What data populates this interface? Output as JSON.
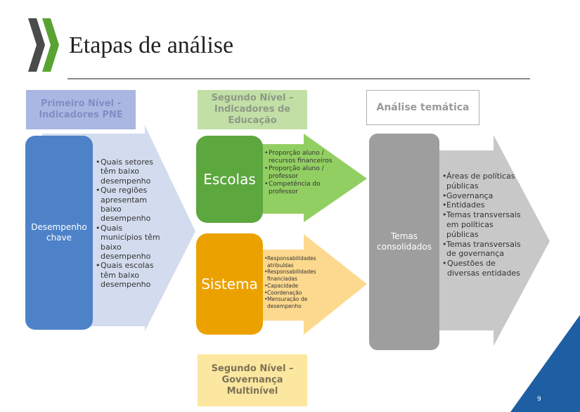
{
  "slide": {
    "title": "Etapas de análise",
    "page_number": "9"
  },
  "labels": {
    "first_level": [
      "Primeiro Nível -",
      "Indicadores PNE"
    ],
    "second_level_education": [
      "Segundo Nível –",
      "Indicadores de",
      "Educação"
    ],
    "thematic_analysis": "Análise temática",
    "second_level_governance": [
      "Segundo Nível –",
      "Governança",
      "Multinível"
    ]
  },
  "blocks": {
    "key_performance": [
      "Desempenho",
      "chave"
    ],
    "schools": "Escolas",
    "system": "Sistema",
    "consolidated_themes": [
      "Temas",
      "consolidados"
    ]
  },
  "lists": {
    "key_performance": [
      "Quais setores têm baixo desempenho",
      "Que regiões apresentam baixo desempenho",
      "Quais municípios têm baixo desempenho",
      "Quais escolas têm baixo desempenho"
    ],
    "schools": [
      "Proporção aluno / recursos financeiros",
      "Proporção aluno / professor",
      "Competência do professor"
    ],
    "system": [
      "Responsabilidades atribuídas",
      "Responsabilidades financiadas",
      "Capacidade",
      "Coordenação",
      "Mensuração de desempenho"
    ],
    "consolidated_themes": [
      "Áreas de políticas públicas",
      "Governança",
      "Entidades",
      "Temas transversais em políticas públicas",
      "Temas transversais de governança",
      "Questões de diversas entidades"
    ]
  },
  "colors": {
    "blue_block": "#4d82c9",
    "blue_arrow": "#d3dcee",
    "green_block": "#5da73f",
    "green_arrow": "#92cf62",
    "orange_block": "#eba200",
    "orange_arrow": "#fcd98e",
    "gray_block": "#9e9e9e",
    "gray_arrow": "#c8c8c8",
    "corner_triangle": "#1e5fa4"
  }
}
